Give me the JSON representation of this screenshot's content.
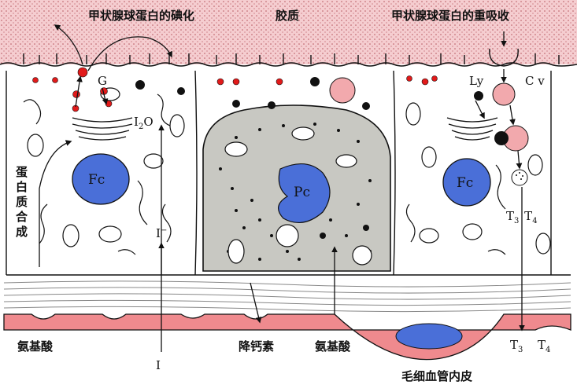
{
  "top_labels": {
    "iodination": "甲状腺球蛋白的碘化",
    "colloid": "胶质",
    "reabsorption": "甲状腺球蛋白的重吸收"
  },
  "organelle_labels": {
    "golgi": "G",
    "lysosome": "Ly",
    "colloid_vesicle": "C v"
  },
  "ions": {
    "i2o_main": "I",
    "i2o_sub": "2",
    "i2o_tail": "O",
    "iodide": "I",
    "iodide_sup": "−",
    "iodine_blood": "I"
  },
  "cell_labels": {
    "follicular_nucleus_left": "Fc",
    "parafollicular_nucleus": "Pc",
    "follicular_nucleus_right": "Fc"
  },
  "side_label": [
    "蛋",
    "白",
    "质",
    "合",
    "成"
  ],
  "hormones": {
    "t3": "T",
    "t3_sub": "3",
    "t4": "T",
    "t4_sub": "4"
  },
  "bottom_labels": {
    "amino_acid_left": "氨基酸",
    "calcitonin": "降钙素",
    "amino_acid_mid": "氨基酸",
    "endothelium": "毛细血管内皮"
  },
  "colors": {
    "colloid_fill": "#f5cdd0",
    "nucleus_blue": "#4a6fd8",
    "pc_cell_fill": "#c8c8c2",
    "red_granule": "#e11a1a",
    "pink_vesicle": "#f2a9ad",
    "capillary": "#ef8a8e"
  }
}
